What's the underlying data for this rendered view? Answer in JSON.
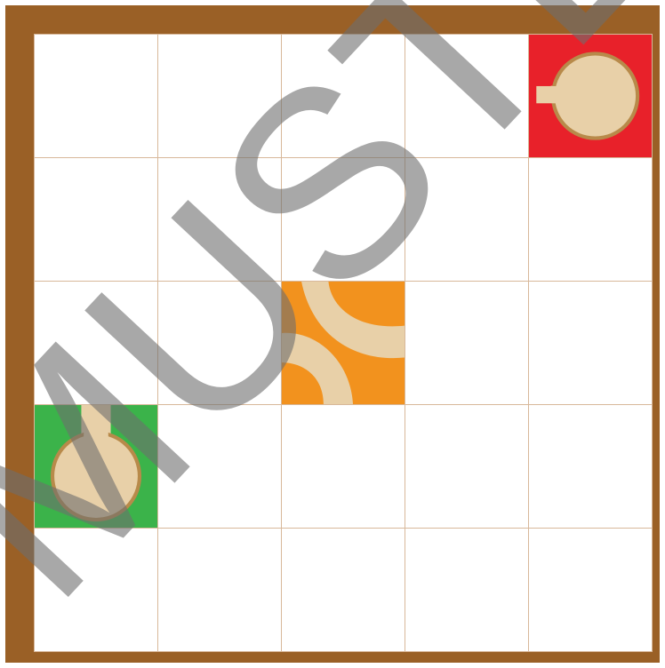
{
  "board": {
    "rows": 5,
    "cols": 5,
    "frame_color": "#9a6026",
    "tiles": [
      {
        "row": 0,
        "col": 4,
        "color": "#e8212a",
        "kind": "end-hole"
      },
      {
        "row": 2,
        "col": 2,
        "color": "#f2921e",
        "kind": "curved-path"
      },
      {
        "row": 3,
        "col": 0,
        "color": "#3bb34a",
        "kind": "start-hole"
      }
    ]
  },
  "watermark": {
    "text": "MUSTER"
  }
}
